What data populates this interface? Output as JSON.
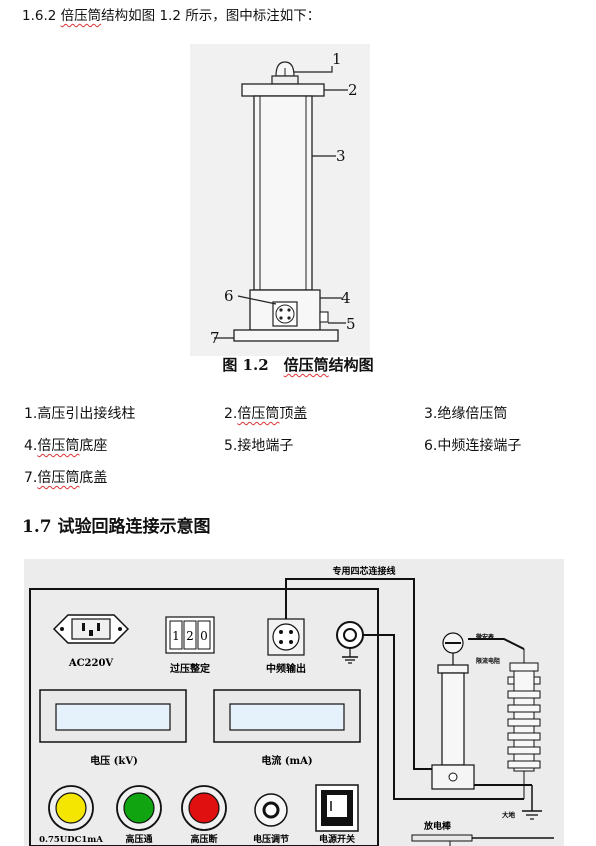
{
  "intro": {
    "number": "1.6.2",
    "pre": " ",
    "underlined": "倍压筒",
    "post": "结构如图 1.2 所示，图中标注如下："
  },
  "figure": {
    "callouts": [
      "1",
      "2",
      "3",
      "4",
      "5",
      "6",
      "7"
    ],
    "caption_num": "图 1.2",
    "caption_underlined": "倍压筒",
    "caption_rest": "结构图"
  },
  "legend": [
    {
      "prefix": "1.",
      "underlined": "",
      "text": "高压引出接线柱"
    },
    {
      "prefix": "2.",
      "underlined": "倍压筒",
      "text": "顶盖"
    },
    {
      "prefix": "3.",
      "underlined": "",
      "text": "绝缘倍压筒"
    },
    {
      "prefix": "4.",
      "underlined": "倍压筒",
      "text": "底座"
    },
    {
      "prefix": "5.",
      "underlined": "",
      "text": "接地端子"
    },
    {
      "prefix": "6.",
      "underlined": "",
      "text": "中频连接端子"
    },
    {
      "prefix": "7.",
      "underlined": "倍压筒",
      "text": "底盖"
    }
  ],
  "section": {
    "title": "1.7 试验回路连接示意图"
  },
  "diagram": {
    "cable_label": "专用四芯连接线",
    "labels": {
      "ac": "AC220V",
      "overvolt": "过压整定",
      "overvolt_digits": [
        "1",
        "2",
        "0"
      ],
      "midfreq": "中频输出",
      "voltage": "电压 (kV)",
      "current": "电流 (mA)",
      "btn_yellow": "0.75UDC1mA",
      "btn_green": "高压通",
      "btn_red": "高压断",
      "btn_adjust": "电压调节",
      "btn_power": "电源开关",
      "microammeter": "微安表",
      "resistor": "限流电阻",
      "ground": "大地",
      "rod": "放电棒"
    },
    "colors": {
      "yellow": "#f4e600",
      "green": "#10a410",
      "red": "#e01010",
      "screen": "#e6f2fb"
    }
  }
}
